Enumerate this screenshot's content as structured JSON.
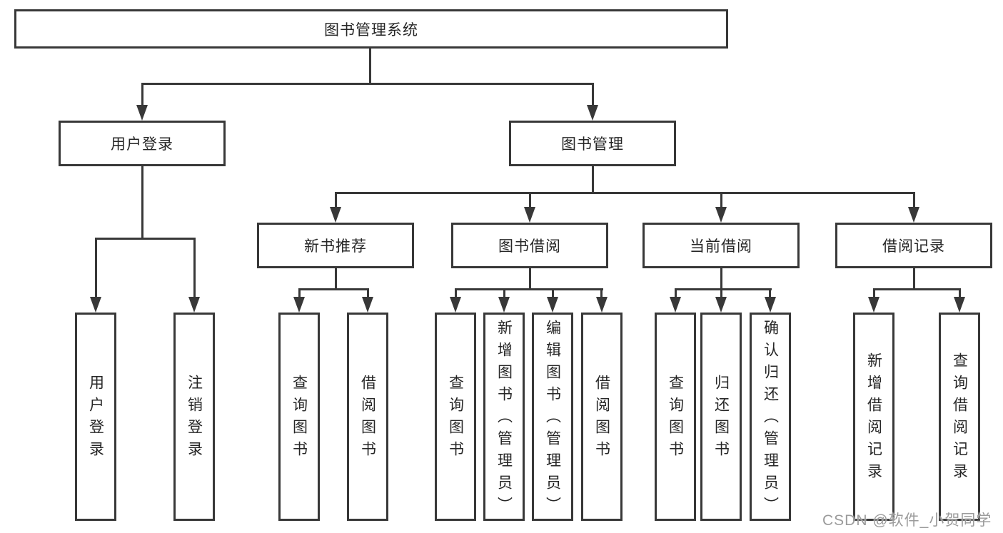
{
  "diagram": {
    "root": {
      "label": "图书管理系统",
      "children": [
        {
          "label": "用户登录",
          "children": [
            {
              "label": "用户登录"
            },
            {
              "label": "注销登录"
            }
          ]
        },
        {
          "label": "图书管理",
          "children": [
            {
              "label": "新书推荐",
              "children": [
                {
                  "label": "查询图书"
                },
                {
                  "label": "借阅图书"
                }
              ]
            },
            {
              "label": "图书借阅",
              "children": [
                {
                  "label": "查询图书"
                },
                {
                  "label": "新增图书（管理员）"
                },
                {
                  "label": "编辑图书（管理员）"
                },
                {
                  "label": "借阅图书"
                }
              ]
            },
            {
              "label": "当前借阅",
              "children": [
                {
                  "label": "查询图书"
                },
                {
                  "label": "归还图书"
                },
                {
                  "label": "确认归还（管理员）"
                }
              ]
            },
            {
              "label": "借阅记录",
              "children": [
                {
                  "label": "新增借阅记录"
                },
                {
                  "label": "查询借阅记录"
                }
              ]
            }
          ]
        }
      ]
    }
  },
  "watermark": {
    "text": "CSDN @软件_小贺同学"
  }
}
